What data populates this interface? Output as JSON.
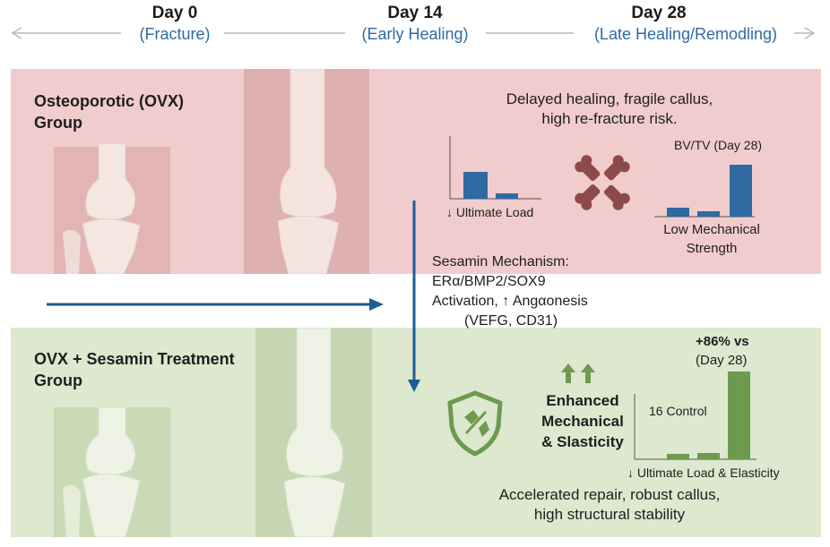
{
  "timeline": {
    "day0": {
      "title": "Day 0",
      "sub": "(Fracture)"
    },
    "day14": {
      "title": "Day 14",
      "sub": "(Early Healing)"
    },
    "day28": {
      "title": "Day 28",
      "sub": "(Late Healing/Remodling)"
    }
  },
  "ovx": {
    "title_line1": "Osteoporotic (OVX)",
    "title_line2": "Group",
    "summary_line1": "Delayed healing, fragile callus,",
    "summary_line2": "high re-fracture risk.",
    "ultimate_load_label": "↓ Ultimate Load",
    "bvtv_label": "BV/TV (Day 28)",
    "strength_line1": "Low Mechanical",
    "strength_line2": "Strength"
  },
  "mechanism": {
    "line1": "Sesamin Mechanism:",
    "line2": "ERα/BMP2/SOX9",
    "line3": "Activation, ↑ Angαonesis",
    "line4": "(VEFG, CD31)"
  },
  "treated": {
    "title_line1": "OVX + Sesamin Treatment",
    "title_line2": "Group",
    "enhanced_line1": "Enhanced",
    "enhanced_line2": "Mechanical",
    "enhanced_line3": "& Slasticity",
    "pct_line1": "+86% vs",
    "pct_line2": "(Day 28)",
    "control_label": "16 Control",
    "ultimate_label": "↓ Ultimate Load & Elasticity",
    "summary_line1": "Accelerated repair, robust callus,",
    "summary_line2": "high structural stability"
  },
  "colors": {
    "top_band": "#f1cccc",
    "bottom_band": "#dde8cf",
    "bar_blue": "#2f6aa3",
    "bar_green": "#6e9a4f",
    "arrow_blue": "#1f5c94",
    "day_sub": "#2f6aa3"
  }
}
